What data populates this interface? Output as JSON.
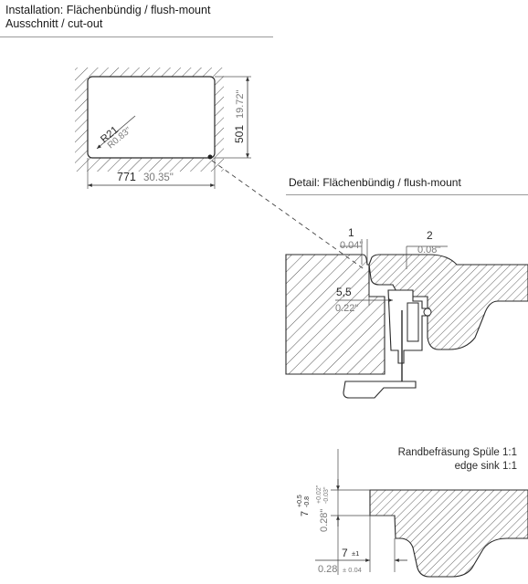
{
  "header": {
    "line1": "Installation: Flächenbündig / flush-mount",
    "line2": "Ausschnitt / cut-out"
  },
  "cutout": {
    "radius_mm": "R21",
    "radius_in": "R0.83\"",
    "width_mm": "771",
    "width_in": "30.35\"",
    "height_mm": "501",
    "height_in": "19.72\""
  },
  "detail": {
    "title": "Detail: Flächenbündig / flush-mount",
    "gap_mm": "1",
    "gap_in": "0.04\"",
    "step_mm": "2",
    "step_in": "0.08\"",
    "depth_mm": "5,5",
    "depth_in": "0.22\""
  },
  "edge": {
    "title_de": "Randbefräsung Spüle 1:1",
    "title_en": "edge sink 1:1",
    "depth_mm": "7",
    "depth_tol_plus": "+0.5",
    "depth_tol_minus": "-0.8",
    "depth_in": "0.28\"",
    "depth_in_tol_plus": "+0.02\"",
    "depth_in_tol_minus": "-0.03\"",
    "width_mm": "7",
    "width_tol": "±1",
    "width_in": "0.28",
    "width_in_tol": "± 0.04"
  }
}
